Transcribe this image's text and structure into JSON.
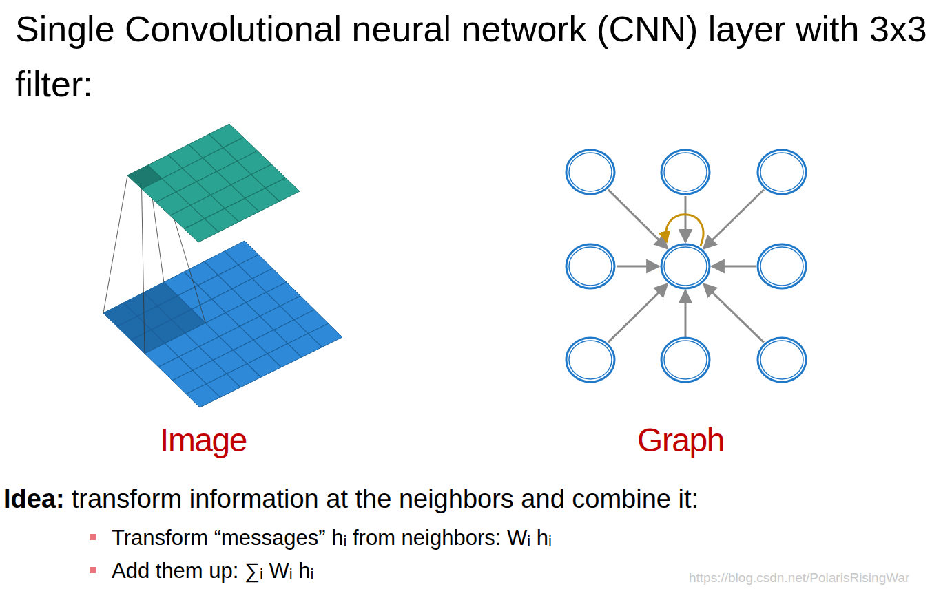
{
  "diagram": {
    "title": "Single Convolutional neural network (CNN) layer with 3x3 filter:",
    "labels": [
      "Image",
      "Graph",
      "Idea:",
      "transform information at the neighbors and combine it:",
      "Transform “messages” hᵢ from neighbors: Wᵢ hᵢ",
      "Add them up: ∑ᵢ Wᵢ hᵢ",
      "https://blog.csdn.net/PolarisRisingWar"
    ]
  }
}
